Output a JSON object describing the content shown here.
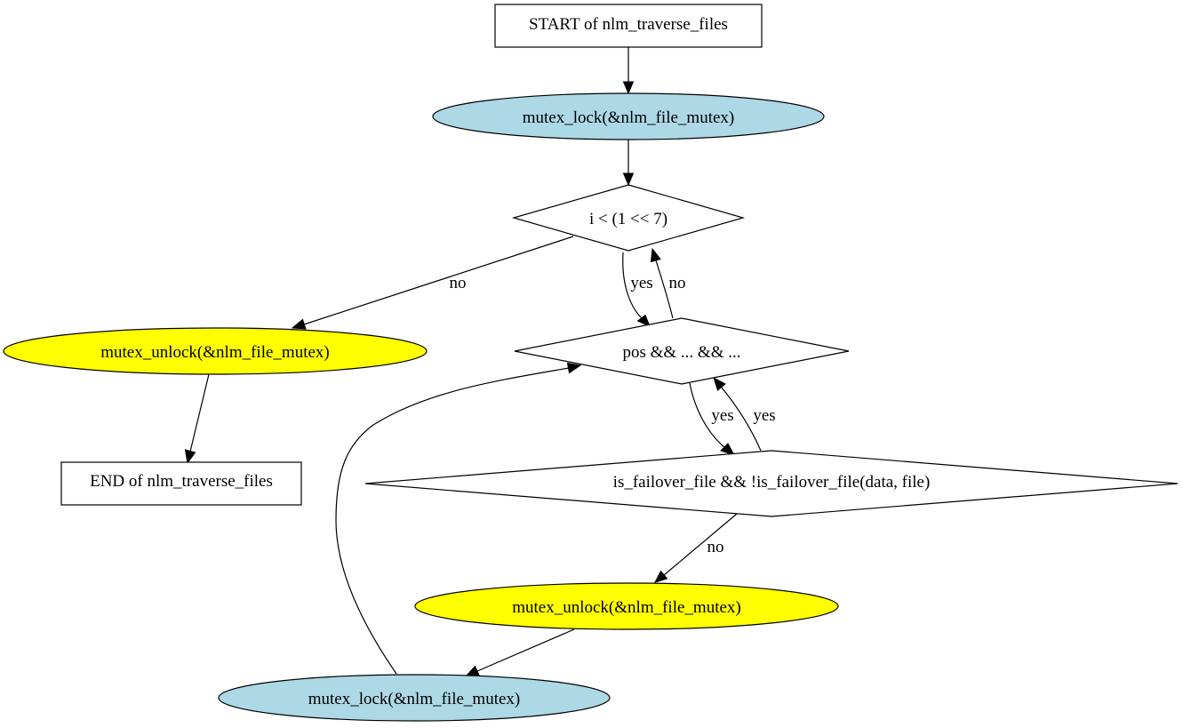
{
  "colors": {
    "lock_fill": "#add8e6",
    "unlock_fill": "#ffff00",
    "box_fill": "#ffffff",
    "line": "#000000"
  },
  "nodes": {
    "start": "START of nlm_traverse_files",
    "lock1": "mutex_lock(&nlm_file_mutex)",
    "cond_loop": "i < (1 << 7)",
    "unlock1": "mutex_unlock(&nlm_file_mutex)",
    "end": "END of nlm_traverse_files",
    "cond_pos": "pos && ... && ...",
    "cond_failover": "is_failover_file && !is_failover_file(data, file)",
    "unlock2": "mutex_unlock(&nlm_file_mutex)",
    "lock2": "mutex_lock(&nlm_file_mutex)"
  },
  "edges": {
    "loop_no": "no",
    "loop_yes": "yes",
    "pos_no": "no",
    "pos_yes": "yes",
    "failover_yes": "yes",
    "failover_no": "no"
  }
}
